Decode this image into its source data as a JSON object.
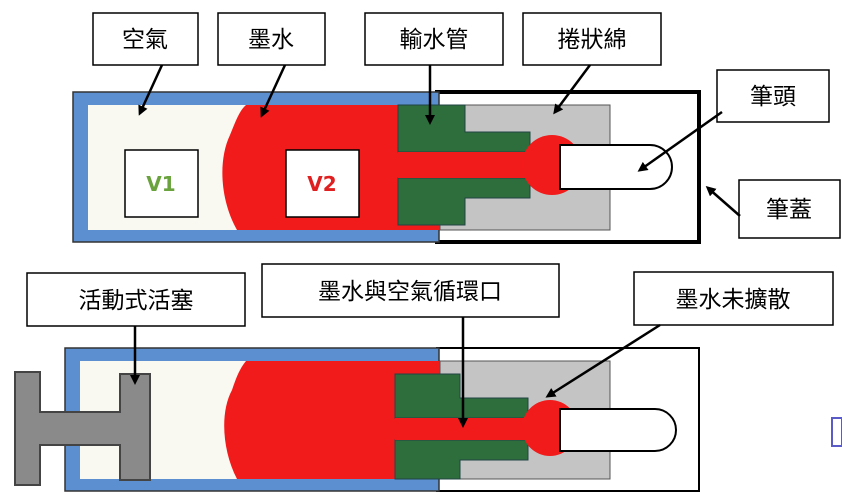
{
  "top_diagram": {
    "labels": {
      "air": "空氣",
      "ink": "墨水",
      "feed_tube": "輸水管",
      "cotton": "捲狀綿",
      "nib": "筆頭",
      "cap": "筆蓋"
    },
    "v1": "V1",
    "v2": "V2"
  },
  "bottom_diagram": {
    "labels": {
      "piston": "活動式活塞",
      "circulation": "墨水與空氣循環口",
      "not_diffused": "墨水未擴散"
    }
  },
  "colors": {
    "barrel_blue": "#5b8fcf",
    "air_cream": "#f9f9f2",
    "ink_red": "#f21b1b",
    "tube_green": "#2e6e3c",
    "cotton_gray": "#c4c4c4",
    "piston_gray": "#8a8a8a"
  }
}
